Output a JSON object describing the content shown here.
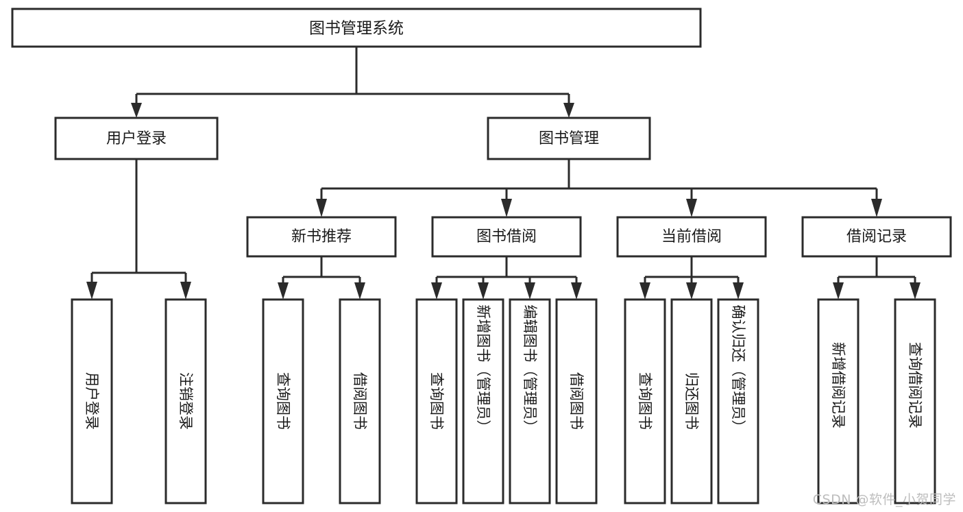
{
  "diagram": {
    "type": "tree-hierarchy",
    "title": "图书管理系统",
    "orientation": "top-down",
    "colors": {
      "stroke": "#2b2b2b",
      "fill": "#ffffff",
      "text": "#1a1a1a",
      "watermark": "#bdbdbd"
    },
    "root": {
      "id": "root",
      "label": "图书管理系统"
    },
    "level2": [
      {
        "id": "user-login",
        "label": "用户登录"
      },
      {
        "id": "book-manage",
        "label": "图书管理"
      }
    ],
    "level3": [
      {
        "id": "new-book-recommend",
        "label": "新书推荐",
        "parent": "book-manage"
      },
      {
        "id": "book-borrow",
        "label": "图书借阅",
        "parent": "book-manage"
      },
      {
        "id": "current-borrow",
        "label": "当前借阅",
        "parent": "book-manage"
      },
      {
        "id": "borrow-record",
        "label": "借阅记录",
        "parent": "book-manage"
      }
    ],
    "leaves": {
      "user-login": [
        {
          "id": "leaf-user-login",
          "label": "用户登录"
        },
        {
          "id": "leaf-user-logout",
          "label": "注销登录"
        }
      ],
      "new-book-recommend": [
        {
          "id": "leaf-query-book-1",
          "label": "查询图书"
        },
        {
          "id": "leaf-borrow-book-1",
          "label": "借阅图书"
        }
      ],
      "book-borrow": [
        {
          "id": "leaf-query-book-2",
          "label": "查询图书"
        },
        {
          "id": "leaf-add-book",
          "label": "新增图书（管理员）"
        },
        {
          "id": "leaf-edit-book",
          "label": "编辑图书（管理员）"
        },
        {
          "id": "leaf-borrow-book-2",
          "label": "借阅图书"
        }
      ],
      "current-borrow": [
        {
          "id": "leaf-query-book-3",
          "label": "查询图书"
        },
        {
          "id": "leaf-return-book",
          "label": "归还图书"
        },
        {
          "id": "leaf-confirm-return",
          "label": "确认归还（管理员）"
        }
      ],
      "borrow-record": [
        {
          "id": "leaf-add-record",
          "label": "新增借阅记录"
        },
        {
          "id": "leaf-query-record",
          "label": "查询借阅记录"
        }
      ]
    }
  },
  "watermark": {
    "text": "CSDN @软件_小贺同学"
  }
}
